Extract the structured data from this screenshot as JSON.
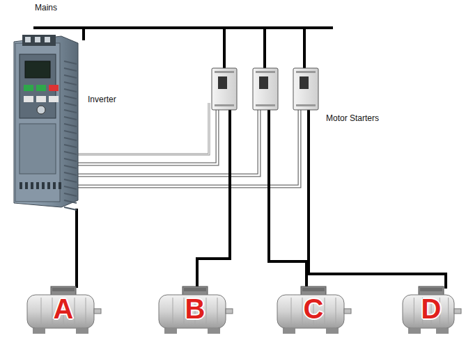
{
  "diagram": {
    "nodes": [
      {
        "text": [
          "Inverter"
        ]
      },
      {
        "text": [
          "A"
        ]
      },
      {
        "text": [
          "B"
        ]
      },
      {
        "text": [
          "C"
        ]
      },
      {
        "text": [
          "D"
        ]
      }
    ],
    "edges": [
      {
        "from": 0,
        "to": 1,
        "arrow": "none"
      }
    ],
    "labels": [
      "Mains",
      "Motor Starters"
    ]
  }
}
